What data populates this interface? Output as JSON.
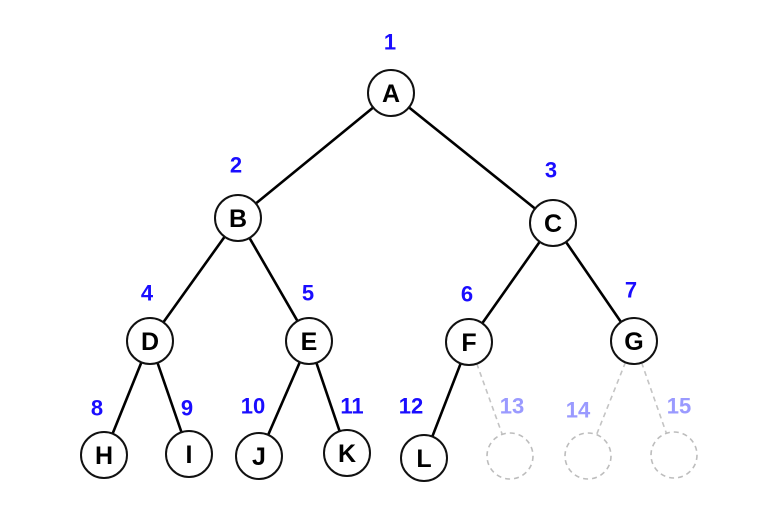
{
  "colors": {
    "index_color": "#1a0dff",
    "ghost_index_color": "#9a9aff",
    "node_stroke": "#111111",
    "ghost_stroke": "#bdbdbd",
    "edge_color": "#000000"
  },
  "tree": {
    "nodes": [
      {
        "id": "A",
        "label": "A",
        "index": "1",
        "ghost": false
      },
      {
        "id": "B",
        "label": "B",
        "index": "2",
        "ghost": false
      },
      {
        "id": "C",
        "label": "C",
        "index": "3",
        "ghost": false
      },
      {
        "id": "D",
        "label": "D",
        "index": "4",
        "ghost": false
      },
      {
        "id": "E",
        "label": "E",
        "index": "5",
        "ghost": false
      },
      {
        "id": "F",
        "label": "F",
        "index": "6",
        "ghost": false
      },
      {
        "id": "G",
        "label": "G",
        "index": "7",
        "ghost": false
      },
      {
        "id": "H",
        "label": "H",
        "index": "8",
        "ghost": false
      },
      {
        "id": "I",
        "label": "I",
        "index": "9",
        "ghost": false
      },
      {
        "id": "J",
        "label": "J",
        "index": "10",
        "ghost": false
      },
      {
        "id": "K",
        "label": "K",
        "index": "11",
        "ghost": false
      },
      {
        "id": "L",
        "label": "L",
        "index": "12",
        "ghost": false
      },
      {
        "id": "N13",
        "label": "",
        "index": "13",
        "ghost": true
      },
      {
        "id": "N14",
        "label": "",
        "index": "14",
        "ghost": true
      },
      {
        "id": "N15",
        "label": "",
        "index": "15",
        "ghost": true
      }
    ],
    "edges": [
      {
        "from": "A",
        "to": "B",
        "ghost": false
      },
      {
        "from": "A",
        "to": "C",
        "ghost": false
      },
      {
        "from": "B",
        "to": "D",
        "ghost": false
      },
      {
        "from": "B",
        "to": "E",
        "ghost": false
      },
      {
        "from": "C",
        "to": "F",
        "ghost": false
      },
      {
        "from": "C",
        "to": "G",
        "ghost": false
      },
      {
        "from": "D",
        "to": "H",
        "ghost": false
      },
      {
        "from": "D",
        "to": "I",
        "ghost": false
      },
      {
        "from": "E",
        "to": "J",
        "ghost": false
      },
      {
        "from": "E",
        "to": "K",
        "ghost": false
      },
      {
        "from": "F",
        "to": "L",
        "ghost": false
      },
      {
        "from": "F",
        "to": "N13",
        "ghost": true
      },
      {
        "from": "G",
        "to": "N14",
        "ghost": true
      },
      {
        "from": "G",
        "to": "N15",
        "ghost": true
      }
    ]
  }
}
